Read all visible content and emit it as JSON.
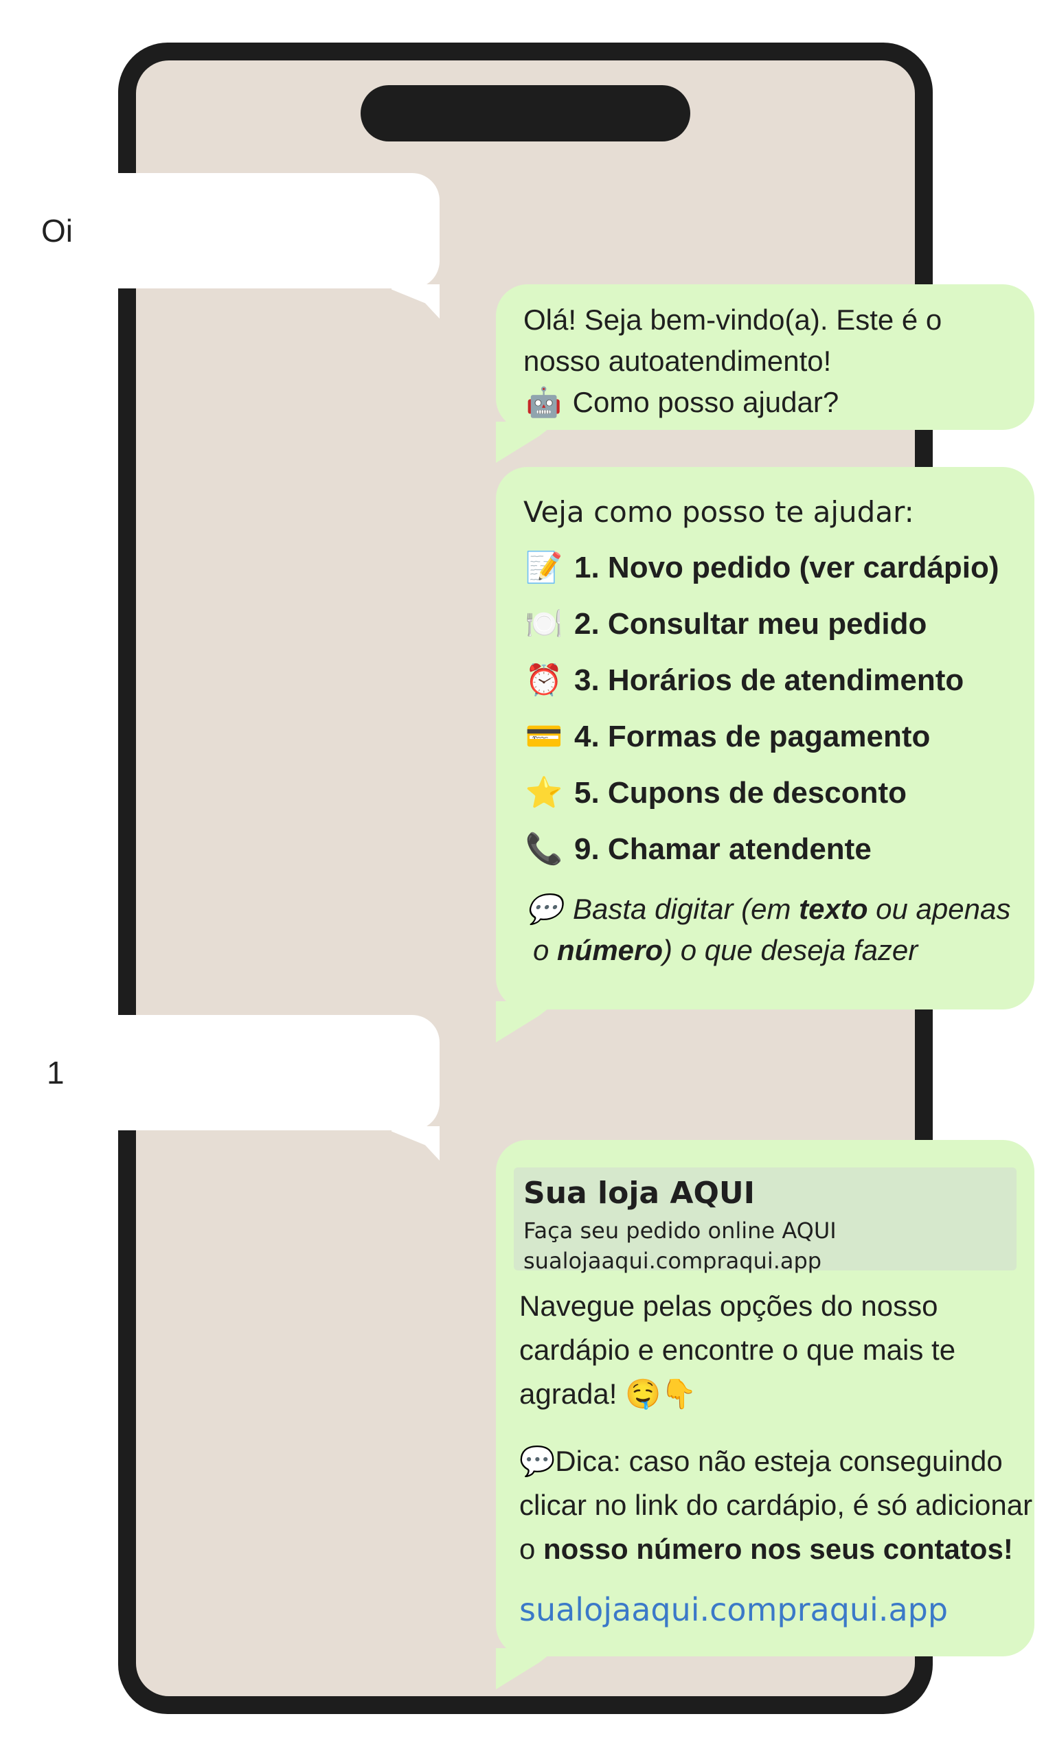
{
  "chat": {
    "in_1": "Oi",
    "out_1": {
      "line1": "Olá! Seja bem-vindo(a). Este é o",
      "line2": "nosso autoatendimento!",
      "emoji": "🤖",
      "line3": "Como posso ajudar?"
    },
    "out_2": {
      "intro": "Veja como posso te ajudar:",
      "items": [
        {
          "icon": "📝",
          "label": "1. Novo pedido (ver cardápio)"
        },
        {
          "icon": "🍽️",
          "label": "2. Consultar meu pedido"
        },
        {
          "icon": "⏰",
          "label": "3. Horários de atendimento"
        },
        {
          "icon": "💳",
          "label": "4. Formas de pagamento"
        },
        {
          "icon": "⭐",
          "label": "5. Cupons de desconto"
        },
        {
          "icon": "📞",
          "label": "9. Chamar atendente"
        }
      ],
      "hint_icon": "💬",
      "hint_a": "Basta digitar (em ",
      "hint_b": "texto",
      "hint_c": " ou apenas",
      "hint_d": "o ",
      "hint_e": "número",
      "hint_f": ") o que deseja fazer"
    },
    "in_2": "1",
    "out_3": {
      "card_title": "Sua loja AQUI",
      "card_sub1": "Faça seu pedido online AQUI",
      "card_sub2": "sualojaaqui.compraqui.app",
      "p1_l1": "Navegue pelas opções do nosso",
      "p1_l2": "cardápio e encontre o que mais te",
      "p1_l3": "agrada!",
      "p1_emoji": "🤤👇",
      "tip_icon": "💬",
      "tip_l1": "Dica:  caso não esteja conseguindo",
      "tip_l2": "clicar no link do cardápio, é só adicionar",
      "tip_l3a": "o ",
      "tip_l3b": "nosso número nos seus contatos!",
      "link": "sualojaaqui.compraqui.app"
    }
  },
  "colors": {
    "phone_frame": "#1d1d1d",
    "screen_bg": "#e6ddd4",
    "bubble_out": "#dcf8c6",
    "bubble_in": "#ffffff",
    "link": "#3b79c8"
  }
}
